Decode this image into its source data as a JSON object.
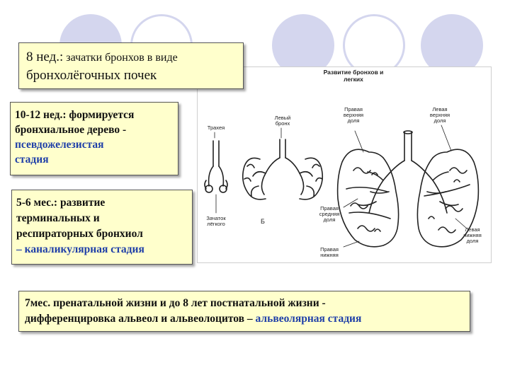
{
  "boxes": {
    "week8": {
      "prefix": "8 нед.:",
      "rest": " зачатки бронхов в виде",
      "line2": "бронхолёгочных почек"
    },
    "week10_12": {
      "line1": "10-12 нед.: формируется",
      "line2": "бронхиальное дерево -",
      "stage_line1": "псевдожелезистая",
      "stage_line2": "стадия"
    },
    "month5_6": {
      "line1": "5-6 мес.: развитие",
      "line2": "терминальных и",
      "line3": "респираторных бронхиол",
      "stage": "– каналикулярная стадия"
    },
    "month7": {
      "line1": "7мес. пренатальной жизни и до 8 лет постнатальной жизни -",
      "line2": "дифференцировка альвеол и альвеолоцитов – ",
      "stage": "альвеолярная стадия"
    }
  },
  "figure": {
    "title_line1": "Развитие бронхов и",
    "title_line2": "легких",
    "labels": {
      "trachea": "Трахея",
      "bud_line1": "Зачаток",
      "bud_line2": "лёгкого",
      "left_bronchus_line1": "Левый",
      "left_bronchus_line2": "бронх",
      "stage_b": "Б",
      "right_upper_line1": "Правая",
      "right_upper_line2": "верхняя",
      "right_upper_line3": "доля",
      "left_upper_line1": "Левая",
      "left_upper_line2": "верхняя",
      "left_upper_line3": "доля",
      "right_middle_line1": "Правая",
      "right_middle_line2": "средняя",
      "right_middle_line3": "доля",
      "right_lower_line1": "Правая",
      "right_lower_line2": "нижняя",
      "left_lower_line1": "Левая",
      "left_lower_line2": "нижняя",
      "left_lower_line3": "доля"
    }
  },
  "colors": {
    "box_background": "#ffffcc",
    "stage_text": "#1f3fa8",
    "decor_circles": "#d4d6ee"
  }
}
